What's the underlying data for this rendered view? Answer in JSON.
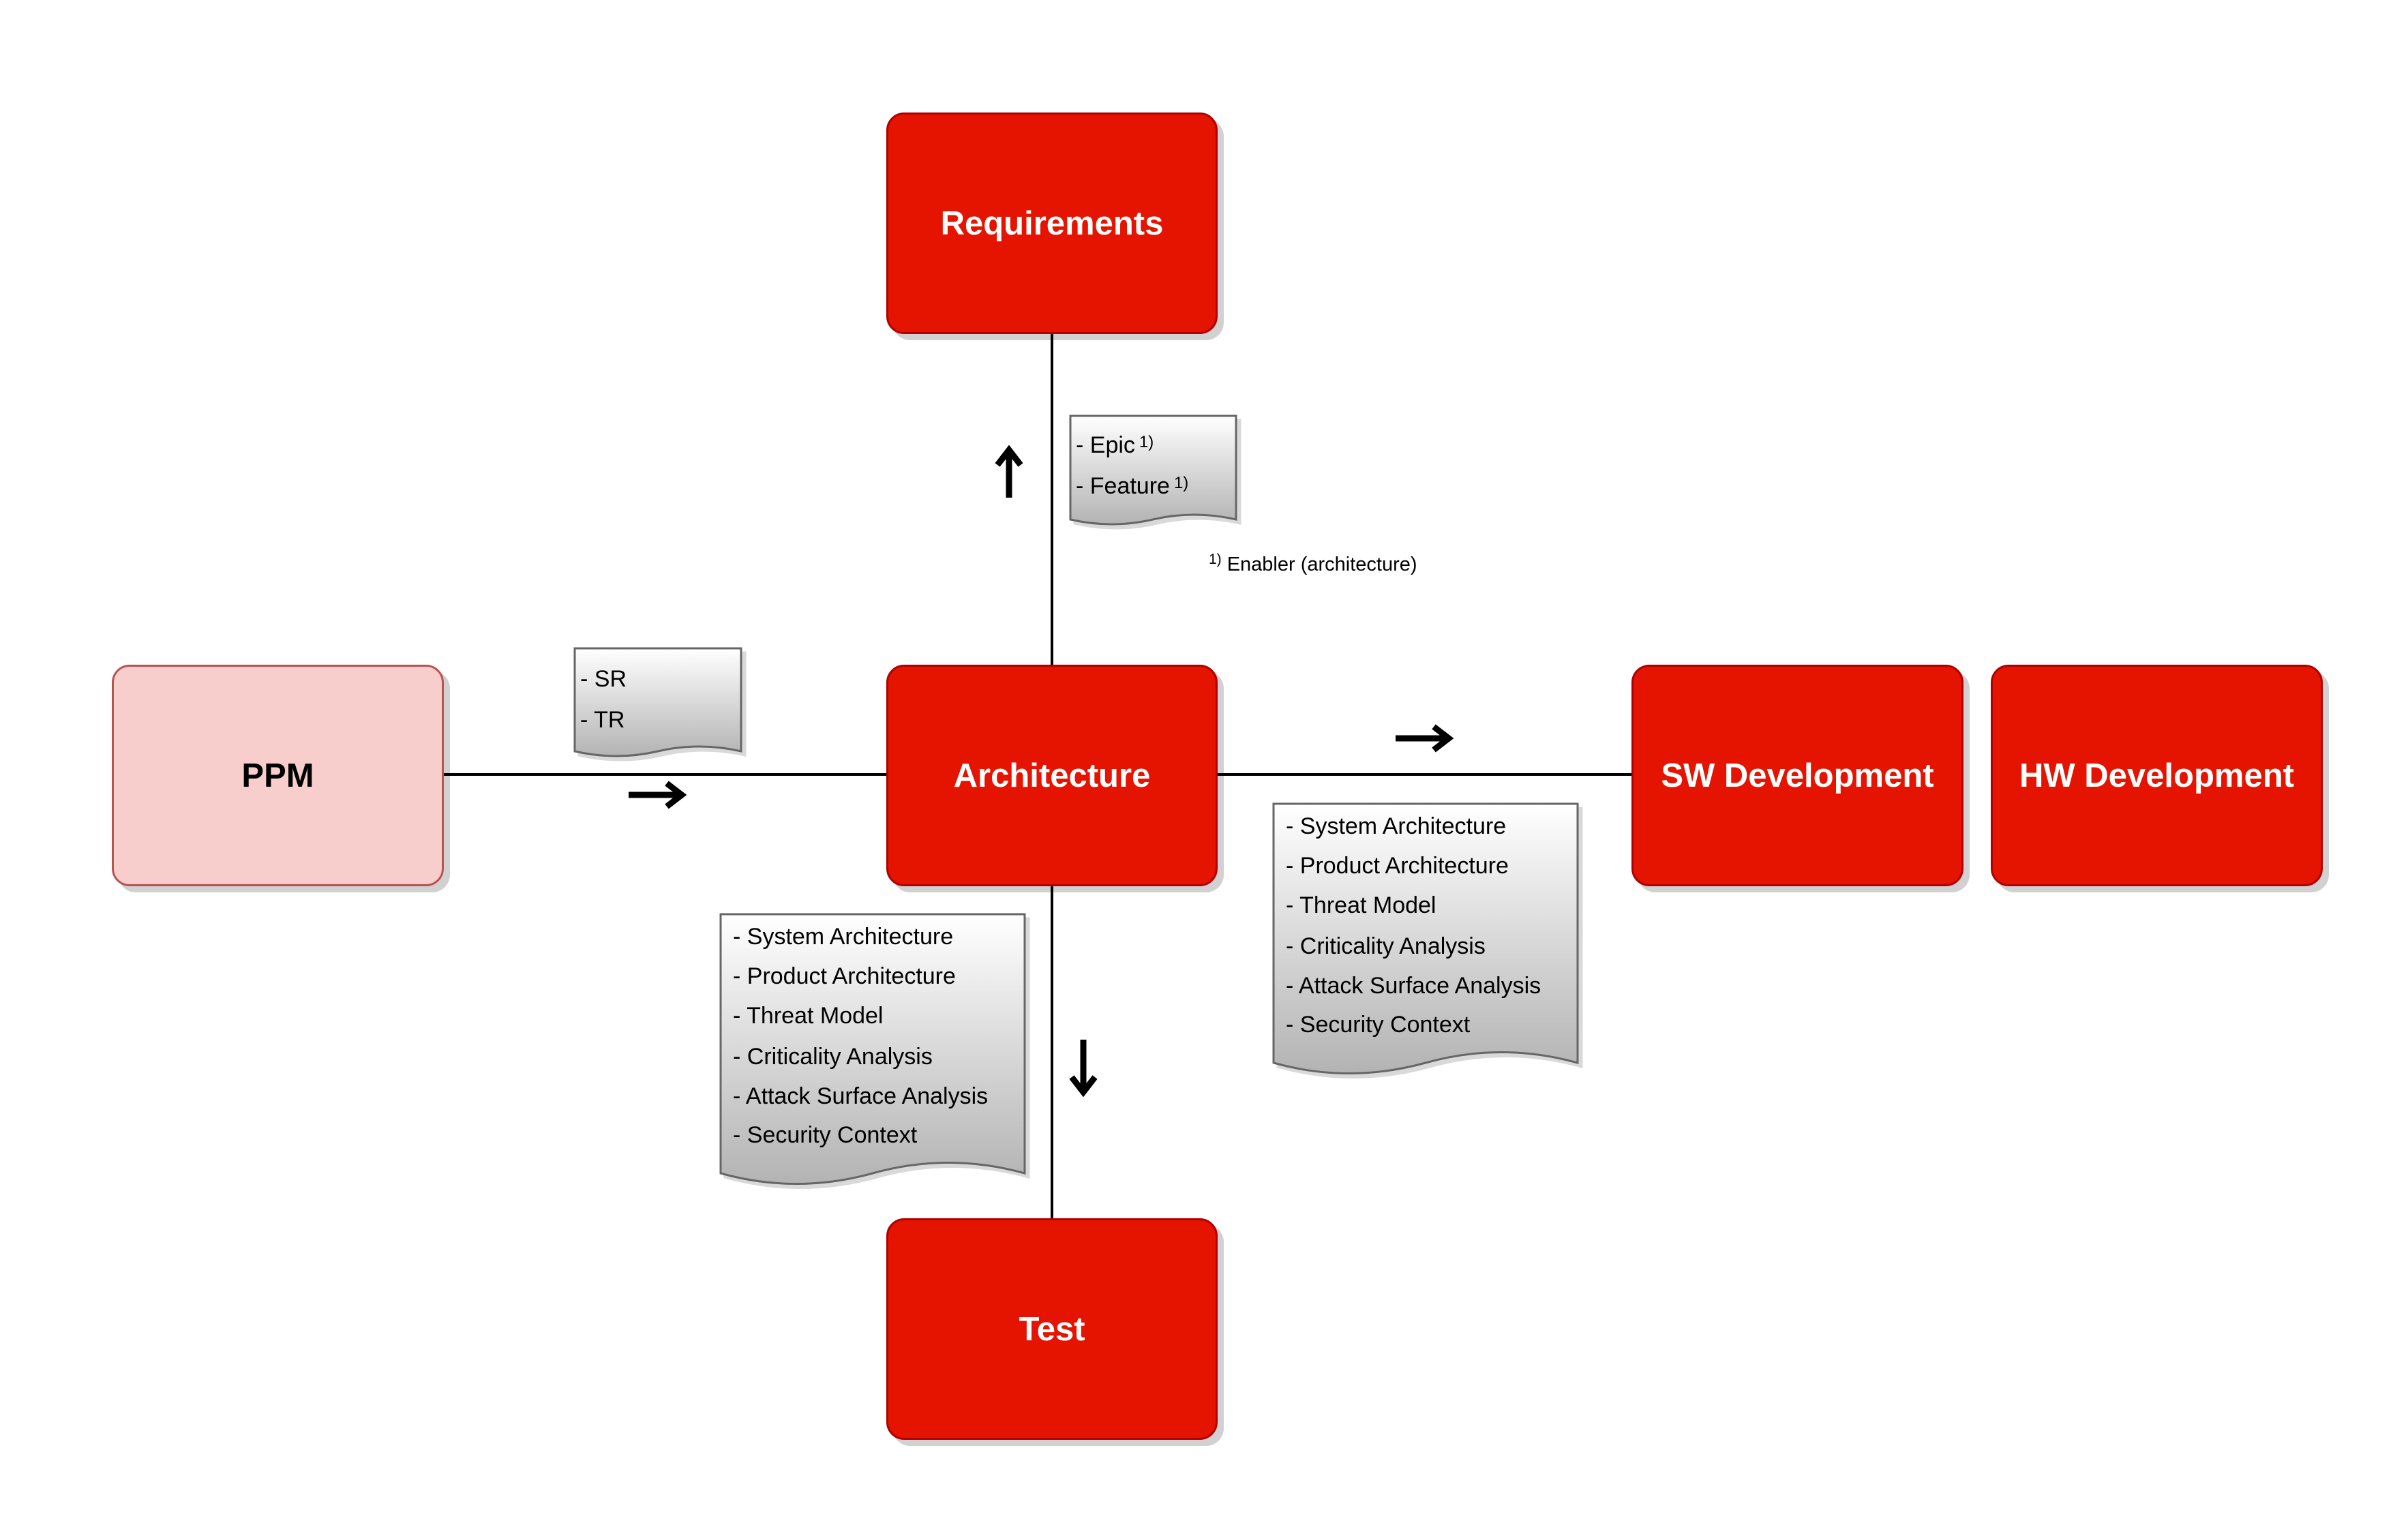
{
  "nodes": {
    "requirements": "Requirements",
    "ppm": "PPM",
    "architecture": "Architecture",
    "sw_development": "SW Development",
    "hw_development": "HW Development",
    "test": "Test"
  },
  "notes": {
    "requirements_note": {
      "lines": [
        "- Epic",
        "- Feature"
      ],
      "sup": [
        "1)",
        "1)"
      ]
    },
    "ppm_note": {
      "lines": [
        "- SR",
        "- TR"
      ]
    },
    "test_note": {
      "lines": [
        "- System Architecture",
        "- Product Architecture",
        "- Threat Model",
        "- Criticality Analysis",
        "- Attack Surface Analysis",
        "- Security Context"
      ]
    },
    "sw_note": {
      "lines": [
        "- System Architecture",
        "- Product Architecture",
        "- Threat Model",
        "- Criticality Analysis",
        "- Attack Surface Analysis",
        "- Security Context"
      ]
    }
  },
  "footnote": {
    "marker": "1)",
    "text": "Enabler (architecture)"
  },
  "colors": {
    "node_fill": "#e51400",
    "node_stroke": "#b20000",
    "ppm_fill": "#f8cecc",
    "ppm_stroke": "#b85450",
    "doc_gradient_top": "#ffffff",
    "doc_gradient_bottom": "#b3b3b3",
    "doc_stroke": "#666666"
  }
}
